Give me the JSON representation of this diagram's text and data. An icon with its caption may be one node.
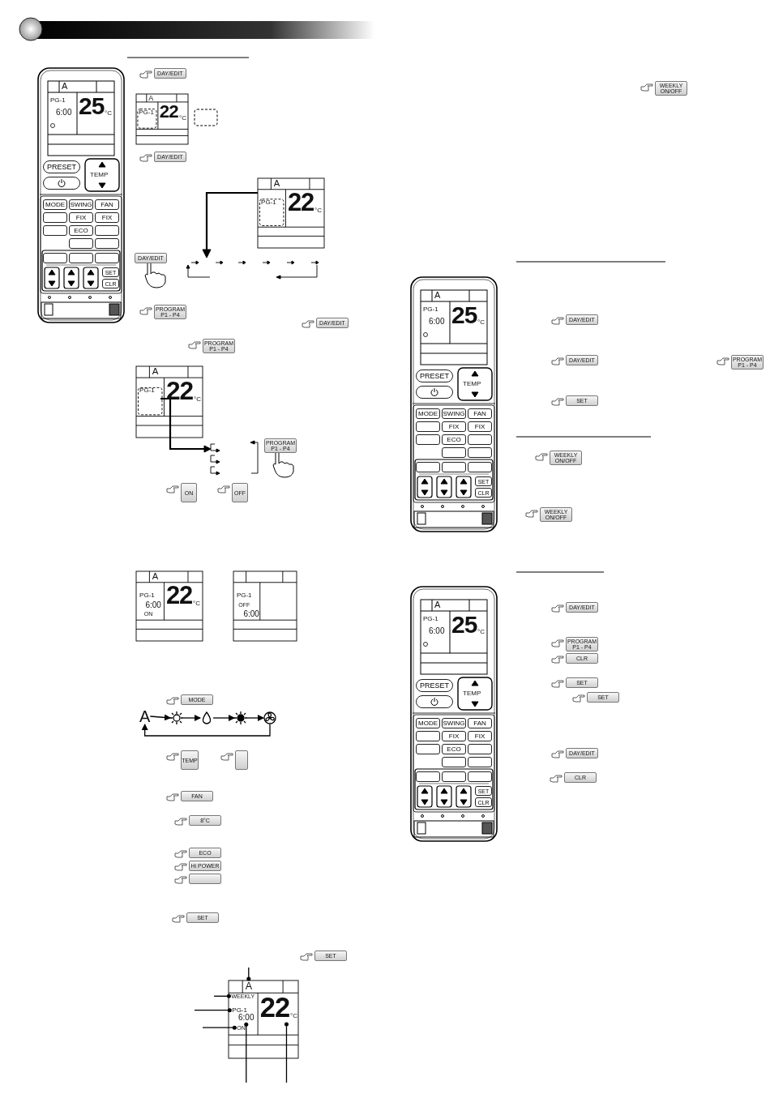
{
  "diagram": {
    "nodes": [
      {
        "text": [
          "A"
        ]
      },
      {
        "text": [],
        "shape": "picture"
      },
      {
        "text": [],
        "shape": "picture"
      },
      {
        "text": [],
        "shape": "picture"
      },
      {
        "text": [],
        "shape": "picture"
      },
      {
        "text": [
          "A"
        ]
      },
      {
        "text": [
          "WEEKLY"
        ]
      },
      {
        "text": [
          "PG-1"
        ]
      },
      {
        "text": [
          "ON"
        ]
      },
      {
        "text": [
          "6:00"
        ]
      },
      {
        "text": [
          "22"
        ]
      }
    ],
    "edges": [
      {
        "from": 0,
        "to": 1,
        "arrow": "to"
      },
      {
        "from": 1,
        "to": 2,
        "arrow": "to"
      },
      {
        "from": 2,
        "to": 3,
        "arrow": "to"
      },
      {
        "from": 3,
        "to": 4,
        "arrow": "to"
      },
      {
        "from": 4,
        "to": 0,
        "arrow": "to"
      },
      {
        "from": null,
        "to": 5,
        "arrow": "other"
      },
      {
        "from": null,
        "to": 6,
        "arrow": "other"
      },
      {
        "from": null,
        "to": 7,
        "arrow": "other"
      },
      {
        "from": null,
        "to": 8,
        "arrow": "other"
      },
      {
        "from": null,
        "to": 9,
        "arrow": "other"
      },
      {
        "from": null,
        "to": 10,
        "arrow": "other"
      }
    ],
    "labels": [
      "A",
      "PG-1",
      "6:00",
      "25",
      "°C",
      "PRESET",
      "TEMP",
      "MODE",
      "SWING",
      "FAN",
      "FIX",
      "FIX",
      "ECO",
      "SET",
      "CLR",
      "DAY/EDIT",
      "A",
      "PG-1",
      "22",
      "°C",
      "DAY/EDIT",
      "A",
      "PG-1",
      "22",
      "°C",
      "DAY/EDIT",
      "PROGRAM P1 - P4",
      "DAY/EDIT",
      "PROGRAM P1 - P4",
      "A",
      "PG-1",
      "22",
      "°C",
      "PROGRAM P1 - P4",
      "ON",
      "OFF",
      "A",
      "PG-1",
      "6:00",
      "ON",
      "22",
      "°C",
      "PG-1",
      "OFF",
      "6:00",
      "MODE",
      "TEMP",
      "FAN",
      "8°C",
      "ECO",
      "Hi POWER",
      "SET",
      "SET",
      "°C",
      "WEEKLY ON/OFF",
      "A",
      "PG-1",
      "6:00",
      "25",
      "°C",
      "PRESET",
      "TEMP",
      "MODE",
      "SWING",
      "FAN",
      "FIX",
      "FIX",
      "ECO",
      "SET",
      "CLR",
      "DAY/EDIT",
      "DAY/EDIT",
      "PROGRAM P1 - P4",
      "SET",
      "WEEKLY ON/OFF",
      "WEEKLY ON/OFF",
      "A",
      "PG-1",
      "6:00",
      "25",
      "°C",
      "PRESET",
      "TEMP",
      "MODE",
      "SWING",
      "FAN",
      "FIX",
      "FIX",
      "ECO",
      "SET",
      "CLR",
      "DAY/EDIT",
      "PROGRAM P1 - P4",
      "CLR",
      "SET",
      "SET",
      "DAY/EDIT",
      "CLR"
    ]
  }
}
